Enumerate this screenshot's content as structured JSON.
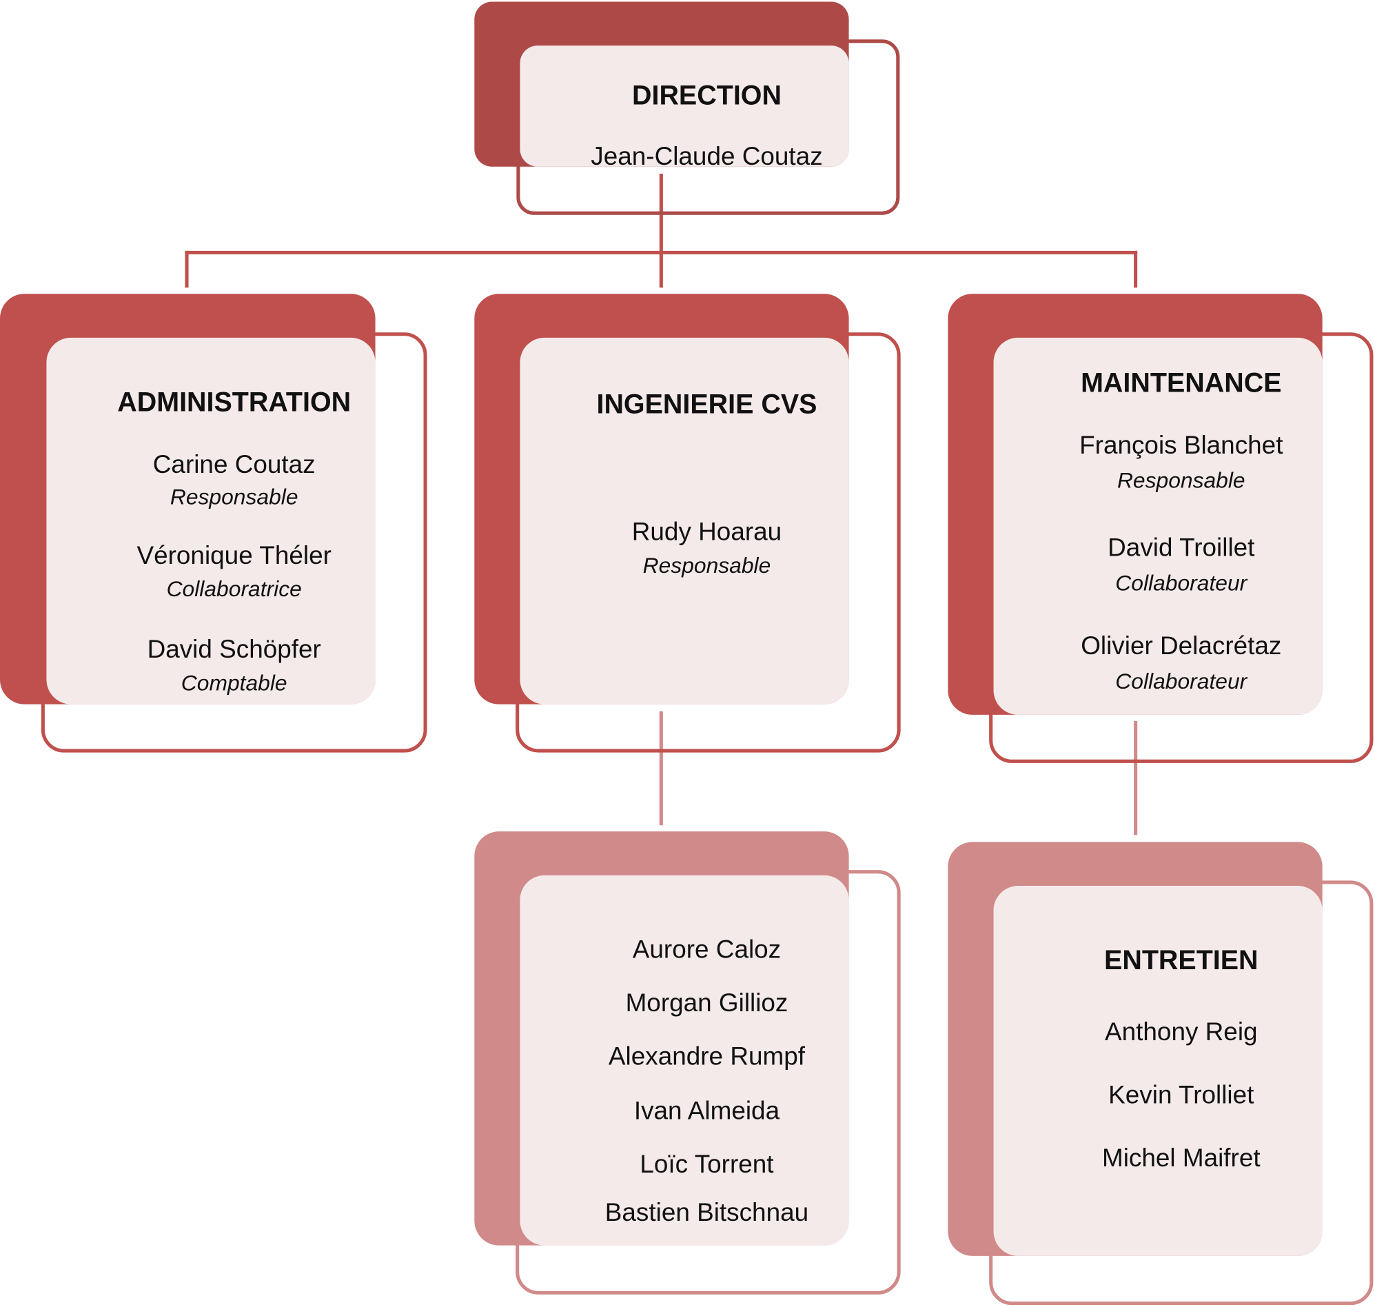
{
  "colors": {
    "level1": "#ad4a47",
    "level2": "#c0504d",
    "level3": "#d08a89",
    "panel": "#f5eaea"
  },
  "direction": {
    "title": "DIRECTION",
    "name": "Jean-Claude Coutaz"
  },
  "administration": {
    "title": "ADMINISTRATION",
    "members": [
      {
        "name": "Carine Coutaz",
        "role": "Responsable"
      },
      {
        "name": "Véronique Théler",
        "role": "Collaboratrice"
      },
      {
        "name": "David Schöpfer",
        "role": "Comptable"
      }
    ]
  },
  "ingenierie": {
    "title": "INGENIERIE CVS",
    "members": [
      {
        "name": "Rudy Hoarau",
        "role": "Responsable"
      }
    ]
  },
  "maintenance": {
    "title": "MAINTENANCE",
    "members": [
      {
        "name": "François Blanchet",
        "role": "Responsable"
      },
      {
        "name": "David Troillet",
        "role": "Collaborateur"
      },
      {
        "name": "Olivier Delacrétaz",
        "role": "Collaborateur"
      }
    ]
  },
  "ingenierie_team": {
    "members": [
      "Aurore Caloz",
      "Morgan Gillioz",
      "Alexandre Rumpf",
      "Ivan Almeida",
      "Loïc Torrent",
      "Bastien Bitschnau"
    ]
  },
  "entretien": {
    "title": "ENTRETIEN",
    "members": [
      "Anthony Reig",
      "Kevin Trolliet",
      "Michel Maifret"
    ]
  }
}
